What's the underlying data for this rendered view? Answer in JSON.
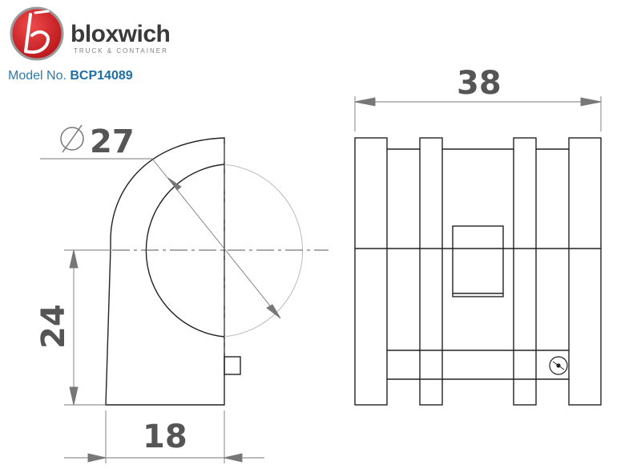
{
  "brand": {
    "name": "bloxwich",
    "tagline": "TRUCK & CONTAINER",
    "logo_icon": "b-circle-logo",
    "color_red": "#d6282e"
  },
  "model": {
    "label": "Model No.",
    "number": "BCP14089"
  },
  "dimensions": {
    "diameter": "27",
    "height": "24",
    "width": "18",
    "length": "38"
  }
}
